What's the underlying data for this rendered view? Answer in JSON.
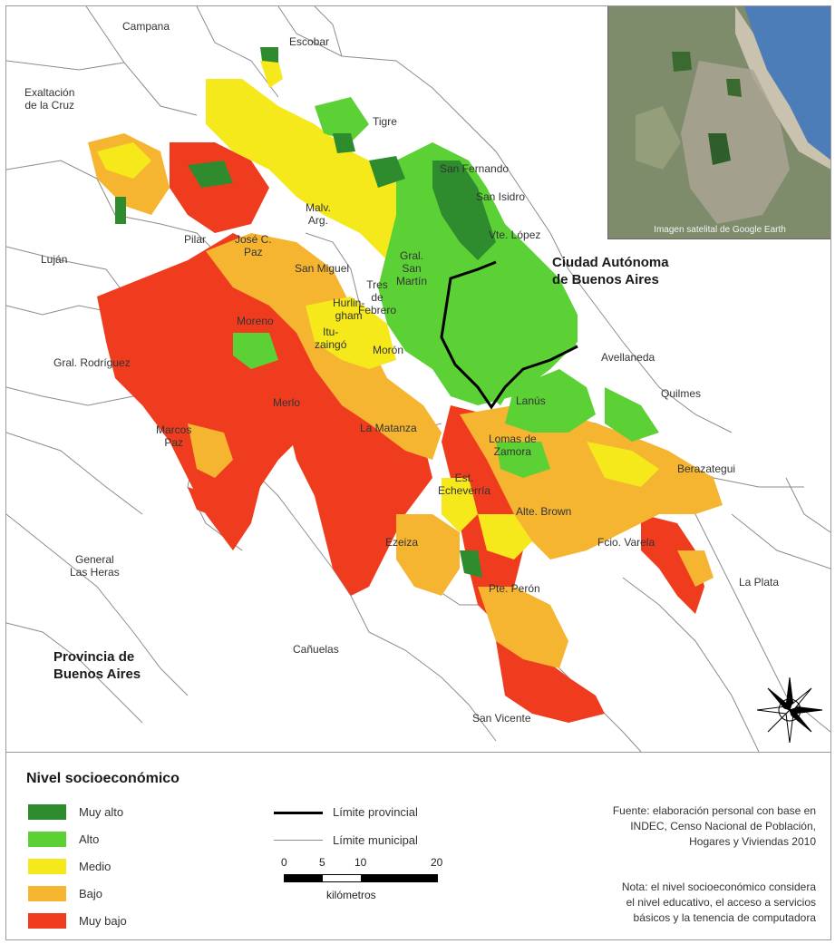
{
  "map": {
    "labels": [
      {
        "id": "campana",
        "text": "Campana"
      },
      {
        "id": "escobar",
        "text": "Escobar"
      },
      {
        "id": "exaltacion",
        "text": "Exaltación\nde la Cruz"
      },
      {
        "id": "tigre",
        "text": "Tigre"
      },
      {
        "id": "san-fernando",
        "text": "San Fernando"
      },
      {
        "id": "san-isidro",
        "text": "San Isidro"
      },
      {
        "id": "vte-lopez",
        "text": "Vte. López"
      },
      {
        "id": "lujan",
        "text": "Luján"
      },
      {
        "id": "pilar",
        "text": "Pilar"
      },
      {
        "id": "jose-c-paz",
        "text": "José C.\nPaz"
      },
      {
        "id": "malv-arg",
        "text": "Malv.\nArg."
      },
      {
        "id": "san-miguel",
        "text": "San Miguel"
      },
      {
        "id": "san-martin",
        "text": "Gral.\nSan\nMartín"
      },
      {
        "id": "tres-febrero",
        "text": "Tres\nde\nFebrero"
      },
      {
        "id": "hurlingham",
        "text": "Hurlin-\ngham"
      },
      {
        "id": "moreno",
        "text": "Moreno"
      },
      {
        "id": "ituzaingo",
        "text": "Itu-\nzaingó"
      },
      {
        "id": "moron",
        "text": "Morón"
      },
      {
        "id": "gral-rodriguez",
        "text": "Gral. Rodríguez"
      },
      {
        "id": "merlo",
        "text": "Merlo"
      },
      {
        "id": "marcos-paz",
        "text": "Marcos\nPaz"
      },
      {
        "id": "la-matanza",
        "text": "La Matanza"
      },
      {
        "id": "avellaneda",
        "text": "Avellaneda"
      },
      {
        "id": "lanus",
        "text": "Lanús"
      },
      {
        "id": "quilmes",
        "text": "Quilmes"
      },
      {
        "id": "lomas",
        "text": "Lomas de\nZamora"
      },
      {
        "id": "berazategui",
        "text": "Berazategui"
      },
      {
        "id": "echeverria",
        "text": "Est.\nEcheverría"
      },
      {
        "id": "alte-brown",
        "text": "Alte. Brown"
      },
      {
        "id": "ezeiza",
        "text": "Ezeiza"
      },
      {
        "id": "fcio-varela",
        "text": "Fcio. Varela"
      },
      {
        "id": "general-las-heras",
        "text": "General\nLas Heras"
      },
      {
        "id": "pte-peron",
        "text": "Pte. Perón"
      },
      {
        "id": "la-plata",
        "text": "La Plata"
      },
      {
        "id": "canuelas",
        "text": "Cañuelas"
      },
      {
        "id": "san-vicente",
        "text": "San Vicente"
      }
    ],
    "caba_label": "Ciudad Autónoma\nde Buenos Aires",
    "provincia_label": "Provincia de\nBuenos Aires",
    "inset_caption": "Imagen satelital de Google Earth",
    "colors": {
      "muy_alto": "#2e8b2e",
      "alto": "#5bd135",
      "medio": "#f5e91c",
      "bajo": "#f5b531",
      "muy_bajo": "#f03c1e",
      "boundary_provincial": "#000000",
      "boundary_municipal": "#8c8c8c"
    }
  },
  "legend": {
    "title": "Nivel socioeconómico",
    "categories": [
      {
        "key": "muy_alto",
        "label": "Muy alto",
        "color": "#2e8b2e"
      },
      {
        "key": "alto",
        "label": "Alto",
        "color": "#5bd135"
      },
      {
        "key": "medio",
        "label": "Medio",
        "color": "#f5e91c"
      },
      {
        "key": "bajo",
        "label": "Bajo",
        "color": "#f5b531"
      },
      {
        "key": "muy_bajo",
        "label": "Muy bajo",
        "color": "#f03c1e"
      }
    ],
    "lines": [
      {
        "label": "Límite provincial"
      },
      {
        "label": "Límite municipal"
      }
    ],
    "scale": {
      "ticks": [
        "0",
        "5",
        "10",
        "20"
      ],
      "unit": "kilómetros"
    },
    "source": "Fuente: elaboración personal con base en\nINDEC, Censo Nacional de Población,\nHogares y Viviendas 2010",
    "note": "Nota: el nivel socioeconómico considera\nel nivel educativo, el acceso a servicios\nbásicos y la tenencia de computadora"
  }
}
